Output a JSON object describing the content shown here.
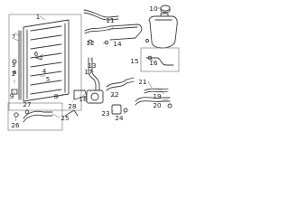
{
  "callouts": [
    "1",
    "2",
    "3",
    "4",
    "5",
    "6",
    "7",
    "8",
    "9",
    "10",
    "11",
    "12",
    "13",
    "14",
    "15",
    "16",
    "17",
    "18",
    "19",
    "20",
    "21",
    "22",
    "23",
    "24",
    "25",
    "26",
    "27",
    "28"
  ],
  "colors": {
    "line": "#3a3a3a",
    "text": "#222222",
    "background": "#ffffff"
  }
}
